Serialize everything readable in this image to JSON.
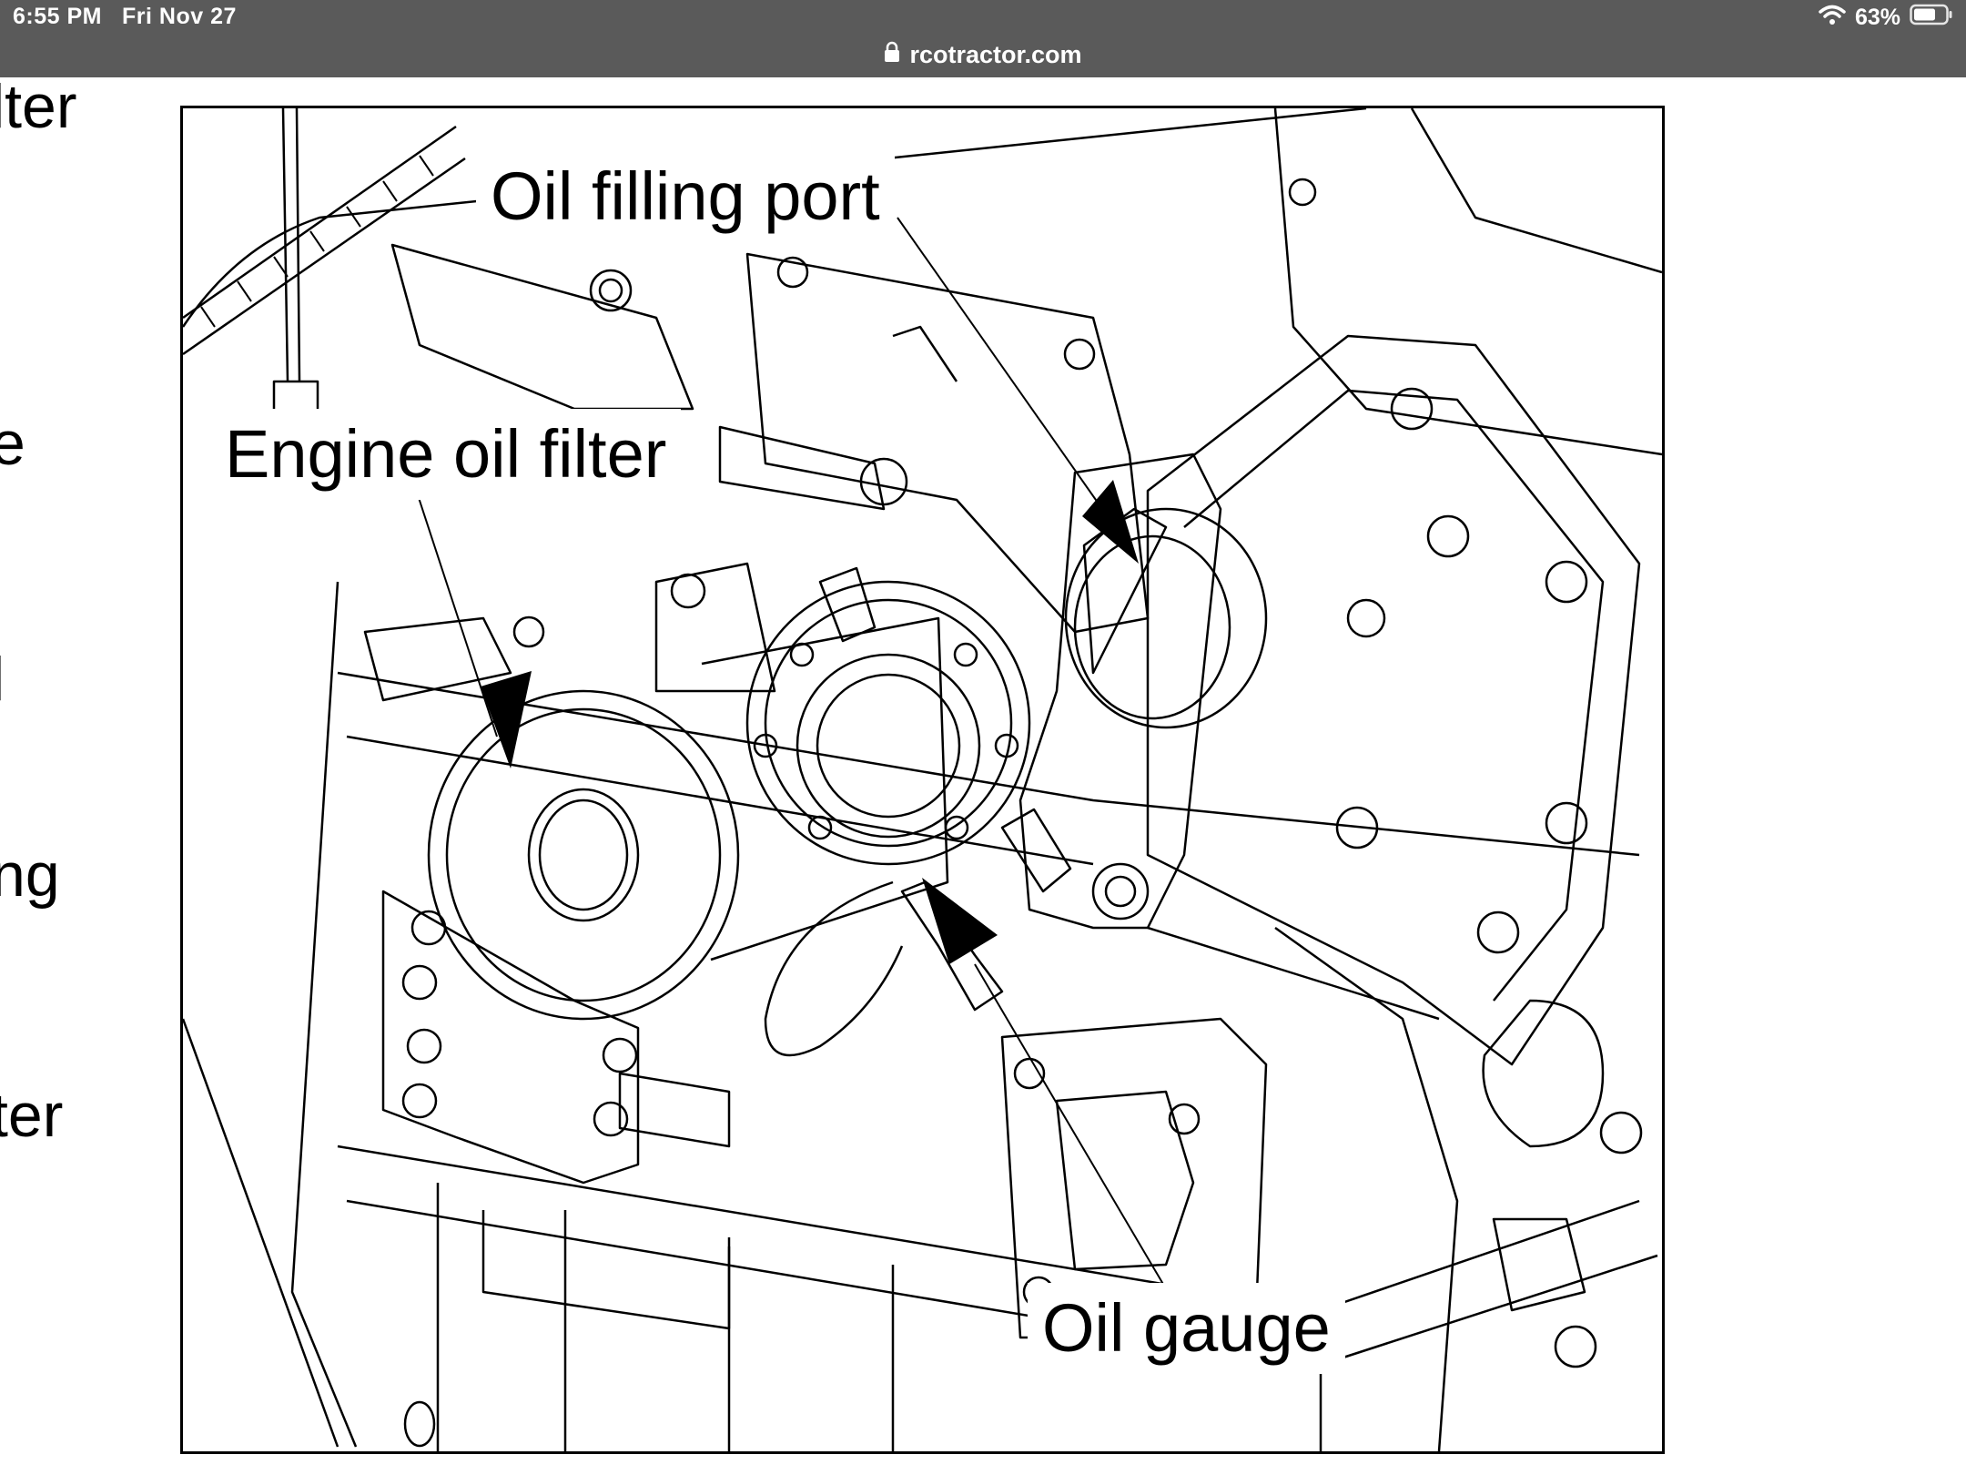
{
  "status_bar": {
    "time": "6:55 PM",
    "date": "Fri Nov 27",
    "battery": "63%"
  },
  "browser": {
    "url": "rcotractor.com"
  },
  "left_fragments": [
    "lter",
    "e",
    "l",
    "ng",
    "ter"
  ],
  "figure": {
    "labels": {
      "oil_filling_port": "Oil filling port",
      "engine_oil_filter": "Engine oil filter",
      "oil_gauge": "Oil gauge"
    }
  },
  "icons": {
    "wifi": "wifi-icon",
    "battery": "battery-icon",
    "lock": "lock-icon"
  }
}
